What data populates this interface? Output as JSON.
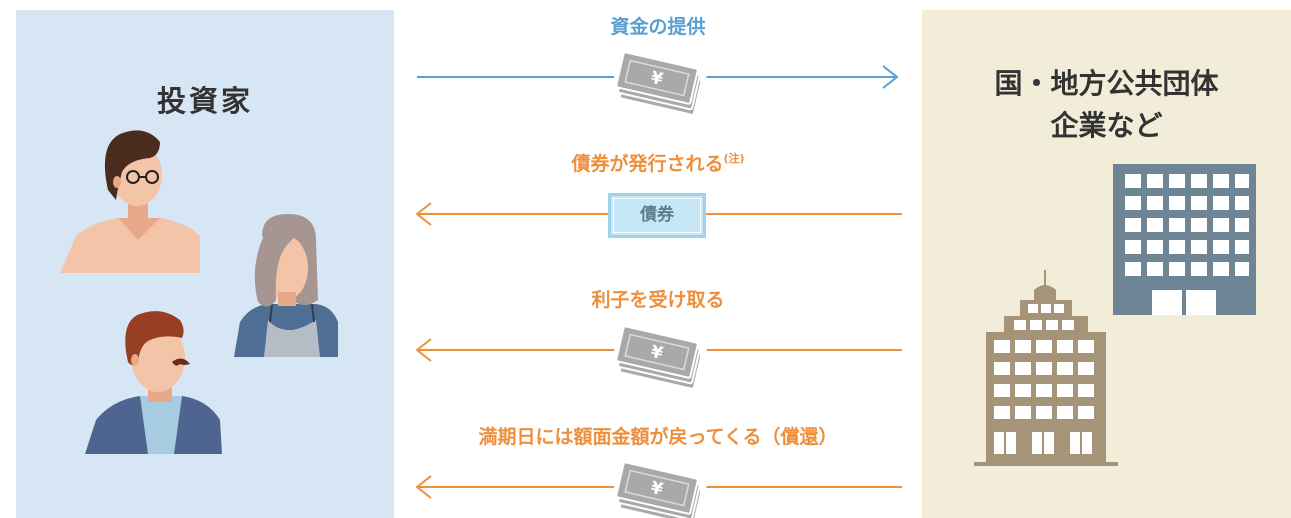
{
  "investor": {
    "title": "投資家",
    "panel_color": "#d7e6f4"
  },
  "issuer": {
    "title_line1": "国・地方公共団体",
    "title_line2": "企業など",
    "panel_color": "#f2edd8"
  },
  "flows": {
    "funding": {
      "label": "資金の提供",
      "direction": "investor-to-issuer",
      "color": "#5a9fd2"
    },
    "bond_issue": {
      "label": "債券が発行される",
      "note": "(注)",
      "direction": "issuer-to-investor",
      "color": "#ee8f3c"
    },
    "interest": {
      "label": "利子を受け取る",
      "direction": "issuer-to-investor",
      "color": "#ee8f3c"
    },
    "redemption": {
      "label": "満期日には額面金額が戻ってくる（償還）",
      "direction": "issuer-to-investor",
      "color": "#ee8f3c"
    }
  },
  "bond_certificate": {
    "label": "債券"
  },
  "currency_symbol": "¥",
  "icons": [
    "banknote-stack-icon",
    "bond-certificate-icon",
    "person-icon",
    "office-building-icon"
  ]
}
